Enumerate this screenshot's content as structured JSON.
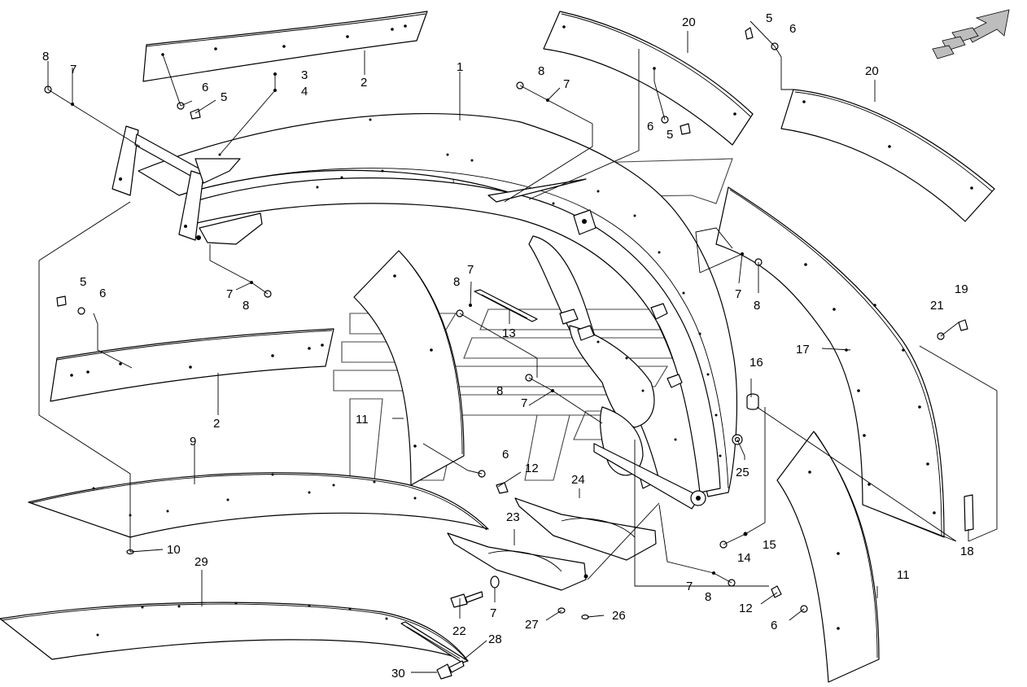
{
  "callouts": [
    {
      "id": "c1",
      "text": "1"
    },
    {
      "id": "c2a",
      "text": "2"
    },
    {
      "id": "c2b",
      "text": "2"
    },
    {
      "id": "c3",
      "text": "3"
    },
    {
      "id": "c4",
      "text": "4"
    },
    {
      "id": "c5a",
      "text": "5"
    },
    {
      "id": "c5b",
      "text": "5"
    },
    {
      "id": "c5c",
      "text": "5"
    },
    {
      "id": "c5d",
      "text": "5"
    },
    {
      "id": "c6a",
      "text": "6"
    },
    {
      "id": "c6b",
      "text": "6"
    },
    {
      "id": "c6c",
      "text": "6"
    },
    {
      "id": "c6d",
      "text": "6"
    },
    {
      "id": "c6e",
      "text": "6"
    },
    {
      "id": "c6f",
      "text": "6"
    },
    {
      "id": "c7a",
      "text": "7"
    },
    {
      "id": "c7b",
      "text": "7"
    },
    {
      "id": "c7c",
      "text": "7"
    },
    {
      "id": "c7d",
      "text": "7"
    },
    {
      "id": "c7e",
      "text": "7"
    },
    {
      "id": "c7f",
      "text": "7"
    },
    {
      "id": "c7g",
      "text": "7"
    },
    {
      "id": "c7h",
      "text": "7"
    },
    {
      "id": "c8a",
      "text": "8"
    },
    {
      "id": "c8b",
      "text": "8"
    },
    {
      "id": "c8c",
      "text": "8"
    },
    {
      "id": "c8d",
      "text": "8"
    },
    {
      "id": "c8e",
      "text": "8"
    },
    {
      "id": "c8f",
      "text": "8"
    },
    {
      "id": "c8g",
      "text": "8"
    },
    {
      "id": "c9",
      "text": "9"
    },
    {
      "id": "c10",
      "text": "10"
    },
    {
      "id": "c11a",
      "text": "11"
    },
    {
      "id": "c11b",
      "text": "11"
    },
    {
      "id": "c12a",
      "text": "12"
    },
    {
      "id": "c12b",
      "text": "12"
    },
    {
      "id": "c13",
      "text": "13"
    },
    {
      "id": "c14",
      "text": "14"
    },
    {
      "id": "c15",
      "text": "15"
    },
    {
      "id": "c16",
      "text": "16"
    },
    {
      "id": "c17",
      "text": "17"
    },
    {
      "id": "c18",
      "text": "18"
    },
    {
      "id": "c19",
      "text": "19"
    },
    {
      "id": "c20a",
      "text": "20"
    },
    {
      "id": "c20b",
      "text": "20"
    },
    {
      "id": "c21",
      "text": "21"
    },
    {
      "id": "c22",
      "text": "22"
    },
    {
      "id": "c23",
      "text": "23"
    },
    {
      "id": "c24",
      "text": "24"
    },
    {
      "id": "c25",
      "text": "25"
    },
    {
      "id": "c26",
      "text": "26"
    },
    {
      "id": "c27",
      "text": "27"
    },
    {
      "id": "c28",
      "text": "28"
    },
    {
      "id": "c29",
      "text": "29"
    },
    {
      "id": "c30",
      "text": "30"
    }
  ]
}
